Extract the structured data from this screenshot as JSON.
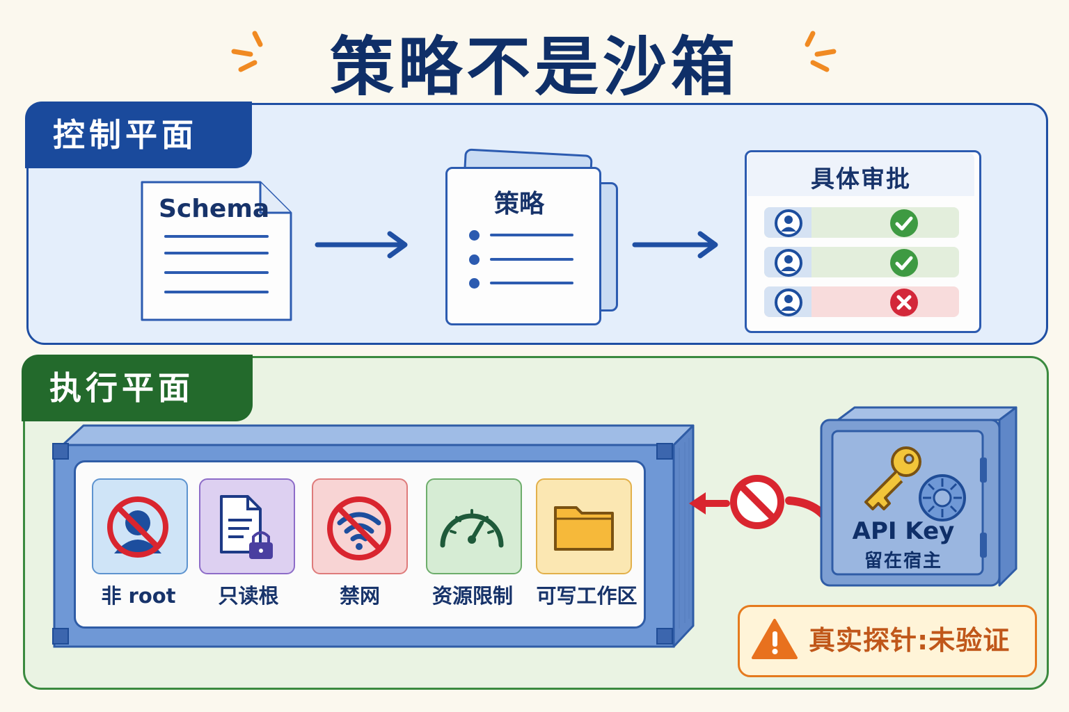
{
  "title": "策略不是沙箱",
  "control_plane": {
    "label": "控制平面",
    "schema_doc": {
      "title": "Schema"
    },
    "policy_doc": {
      "title": "策略"
    },
    "approval": {
      "title": "具体审批",
      "rows": [
        {
          "status": "approved"
        },
        {
          "status": "approved"
        },
        {
          "status": "denied"
        }
      ]
    }
  },
  "execution_plane": {
    "label": "执行平面",
    "sandbox_features": [
      {
        "label": "非 root",
        "icon": "no-root-user-icon",
        "color": "#cfe4f7"
      },
      {
        "label": "只读根",
        "icon": "locked-document-icon",
        "color": "#ddd0f1"
      },
      {
        "label": "禁网",
        "icon": "no-wifi-icon",
        "color": "#f8d4d4"
      },
      {
        "label": "资源限制",
        "icon": "gauge-icon",
        "color": "#d6ecd4"
      },
      {
        "label": "可写工作区",
        "icon": "folder-icon",
        "color": "#fbe7b2"
      }
    ],
    "vault": {
      "line1": "API Key",
      "line2": "留在宿主"
    },
    "warning": {
      "text": "真实探针:未验证"
    }
  },
  "colors": {
    "control_accent": "#1a4a9c",
    "exec_accent": "#236a2c",
    "warning": "#e57a1e",
    "block_red": "#d9252f"
  }
}
